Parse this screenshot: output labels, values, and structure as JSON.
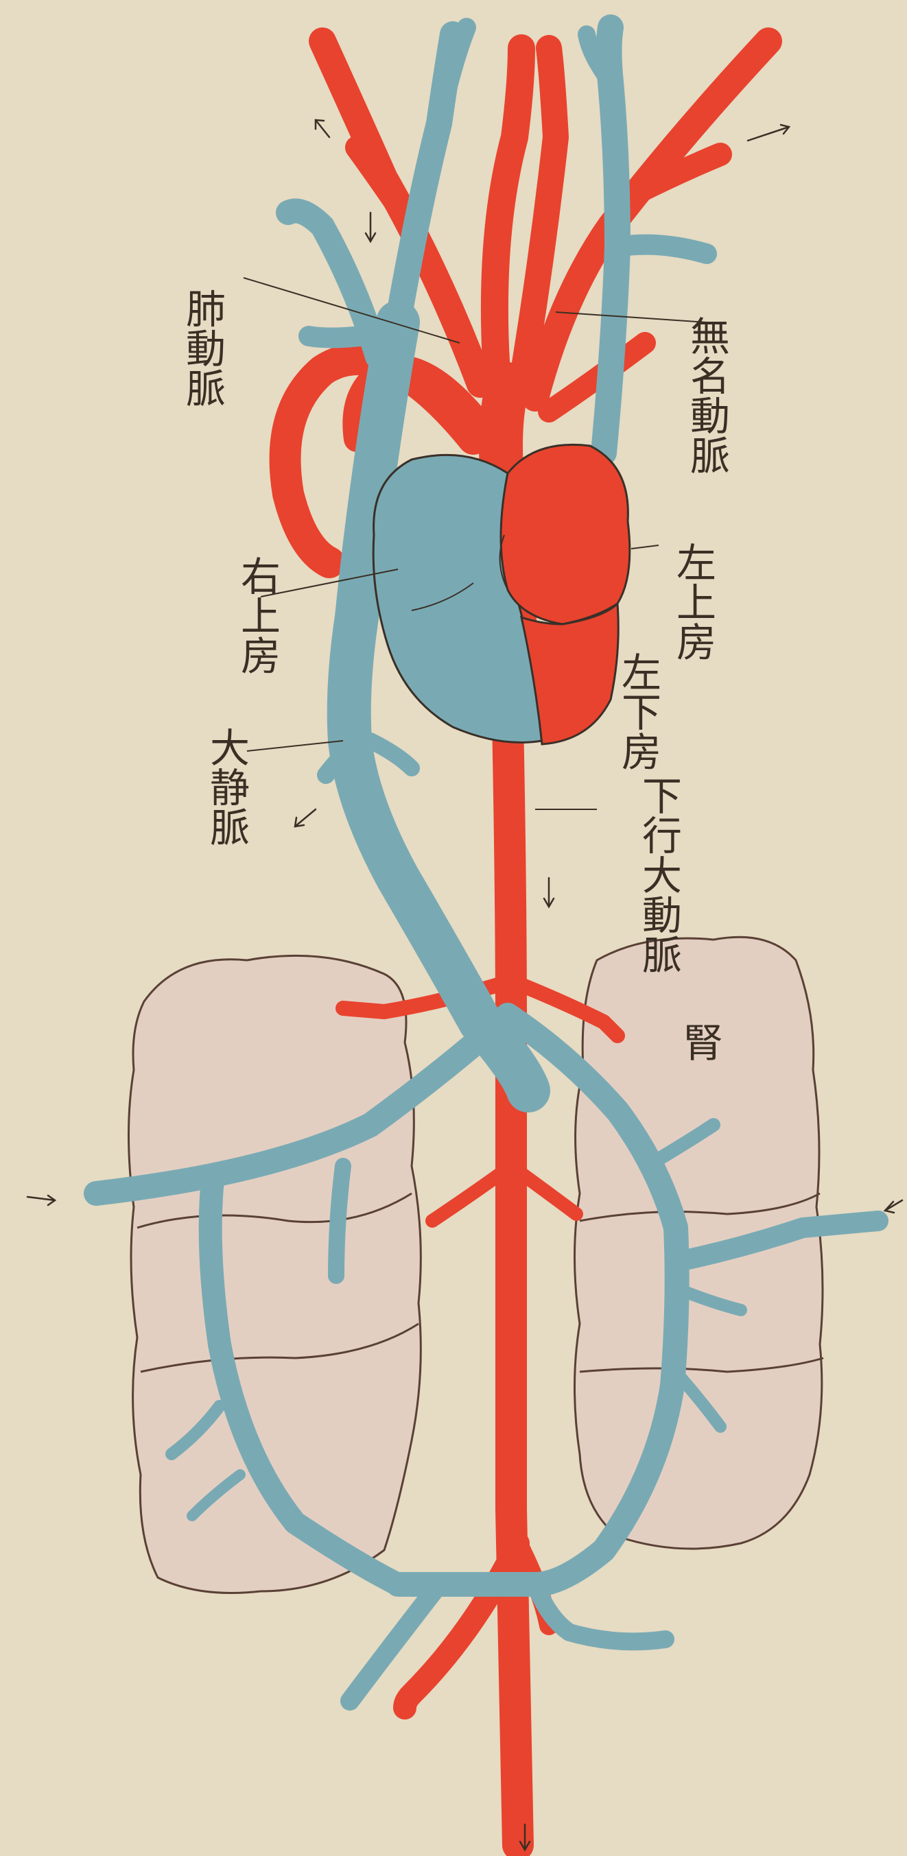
{
  "colors": {
    "paper": "#e9dfc8",
    "artery": "#e8432e",
    "vein": "#79aab4",
    "organ": "#e3cfc2",
    "ink": "#3a2f24"
  },
  "labels": {
    "pulmonary_artery": "肺動脈",
    "innominate_artery": "無名動脈",
    "right_atrium": "右上房",
    "left_atrium": "左上房",
    "left_ventricle": "左下房",
    "vena_cava": "大静脈",
    "descending_aorta": "下行大動脈",
    "kidney": "腎"
  }
}
